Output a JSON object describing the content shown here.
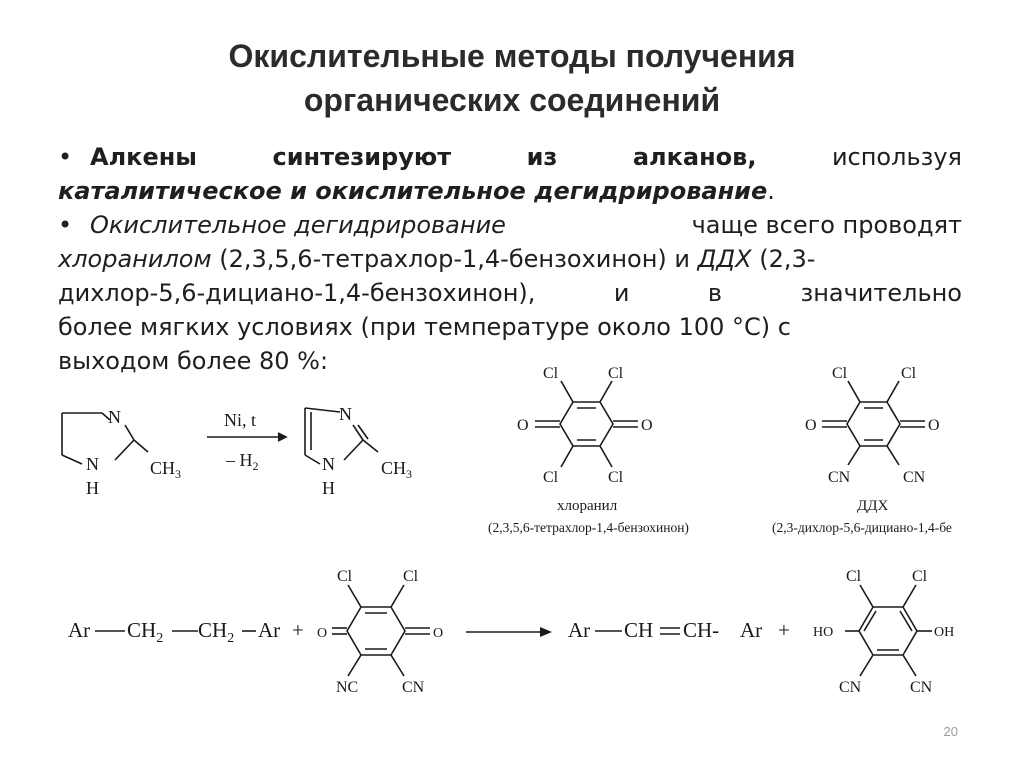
{
  "title": {
    "line1": "Окислительные методы получения",
    "line2": "органических соединений"
  },
  "bullet1": {
    "w1": "Алкены",
    "w2": "синтезируют",
    "w3": "из",
    "w4": "алканов,",
    "w5": "используя",
    "italic_bold": "каталитическое и окислительное дегидрирование",
    "end": "."
  },
  "bullet2": {
    "l1_italic": "Окислительное дегидрирование",
    "l1_rest": "чаще всего проводят",
    "l2_italic": "хлоранилом",
    "l2_mid": "(2,3,5,6-тетрахлор-1,4-бензохинон) и",
    "l2_italic2": "ДДХ",
    "l2_end": "(2,3-",
    "l3_a": "дихлор-5,6-дициано-1,4-бензохинон),",
    "l3_b": "и",
    "l3_c": "в",
    "l3_d": "значительно",
    "l4": "более мягких условиях (при температуре около 100 °С) с",
    "l5": "выходом более 80 %:"
  },
  "scheme1": {
    "n_top": "N",
    "n_bottom": "N",
    "h": "H",
    "ch3": "CH",
    "ch3_sub": "3",
    "cond_top": "Ni, t",
    "cond_bottom": "– H",
    "cond_sub": "2"
  },
  "chloranil": {
    "cl": "Cl",
    "o": "O",
    "name": "хлоранил",
    "full": "(2,3,5,6-тетрахлор-1,4-бензохинон)"
  },
  "ddq": {
    "cl": "Cl",
    "o": "O",
    "cn": "CN",
    "name": "ДДХ",
    "full": "(2,3-дихлор-5,6-дициано-1,4-бе"
  },
  "reaction": {
    "ar": "Ar",
    "ch2": "CH",
    "sub2": "2",
    "ar_end": "Ar",
    "plus": "+",
    "ddq_o": "O",
    "ddq_cl": "Cl",
    "nc": "NC",
    "cn": "CN",
    "prod_ch": "CH",
    "prod_ch2": "CH-",
    "ho": "HO",
    "oh": "OH"
  },
  "page_number": "20"
}
